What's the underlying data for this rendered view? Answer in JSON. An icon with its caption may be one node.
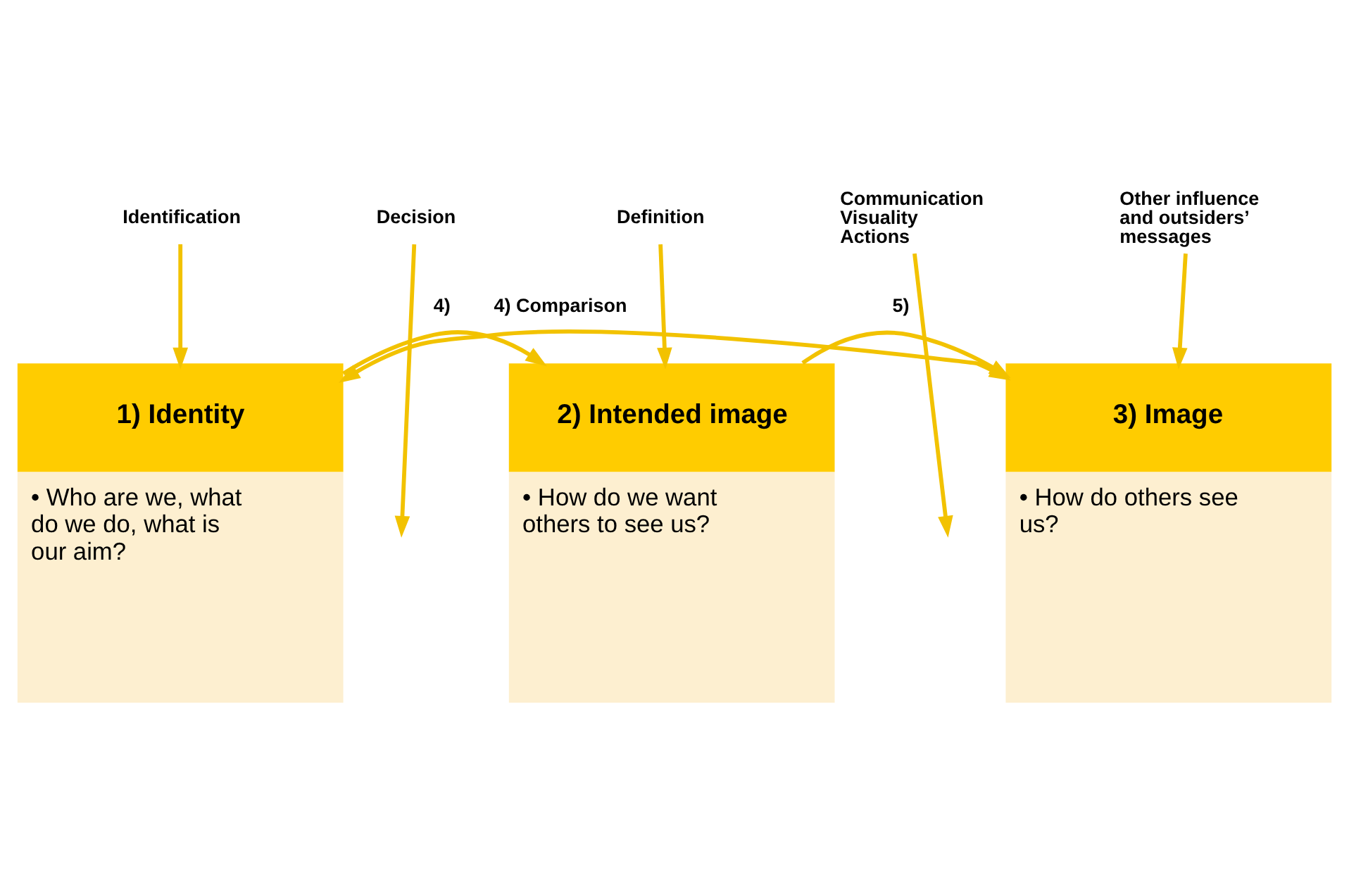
{
  "diagram": {
    "nodes": [
      {
        "text": [
          "1) Identity",
          "• Who are we, what do we do, what is our aim?"
        ]
      },
      {
        "text": [
          "2) Intended image",
          "• How do we want others to see us?"
        ]
      },
      {
        "text": [
          "3) Image",
          "• How do others see us?"
        ]
      },
      {
        "text": [
          "Identification"
        ]
      },
      {
        "text": [
          "Decision"
        ]
      },
      {
        "text": [
          "Definition"
        ]
      },
      {
        "text": [
          "Communication Visuality Actions"
        ]
      },
      {
        "text": [
          "Other influence and outsiders’ messages"
        ]
      }
    ],
    "edges": [
      {
        "from": 0,
        "to": 1,
        "arrow": "to",
        "label": "4)"
      },
      {
        "from": 1,
        "to": 2,
        "arrow": "to",
        "label": "5)"
      },
      {
        "from": 0,
        "to": 2,
        "arrow": "both",
        "label": "4) Comparison"
      },
      {
        "from": 3,
        "to": 0,
        "arrow": "to"
      },
      {
        "from": 4,
        "to": null,
        "arrow": "to"
      },
      {
        "from": 5,
        "to": 1,
        "arrow": "to"
      },
      {
        "from": 6,
        "to": null,
        "arrow": "to"
      },
      {
        "from": 7,
        "to": 2,
        "arrow": "to"
      }
    ]
  }
}
